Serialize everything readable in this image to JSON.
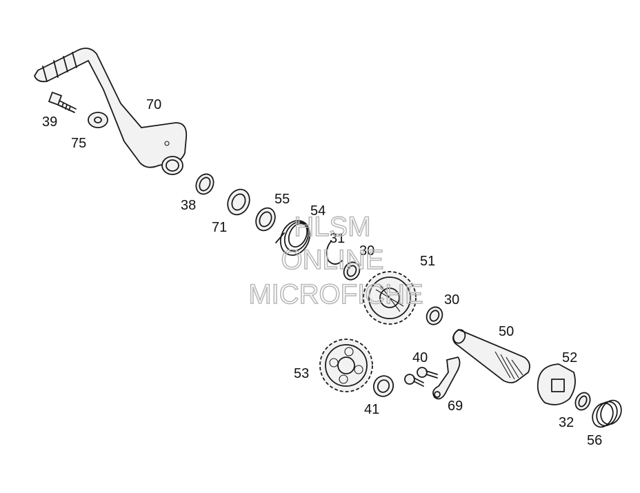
{
  "labels": {
    "p70": "70",
    "p39": "39",
    "p75": "75",
    "p38": "38",
    "p71": "71",
    "p55": "55",
    "p54": "54",
    "p31": "31",
    "p30a": "30",
    "p51": "51",
    "p30b": "30",
    "p50": "50",
    "p52": "52",
    "p53": "53",
    "p40": "40",
    "p41": "41",
    "p69": "69",
    "p32": "32",
    "p56": "56"
  },
  "watermark": {
    "line1": "HLSM",
    "line2": "ONLINE",
    "line3": "MICROFICHE"
  }
}
